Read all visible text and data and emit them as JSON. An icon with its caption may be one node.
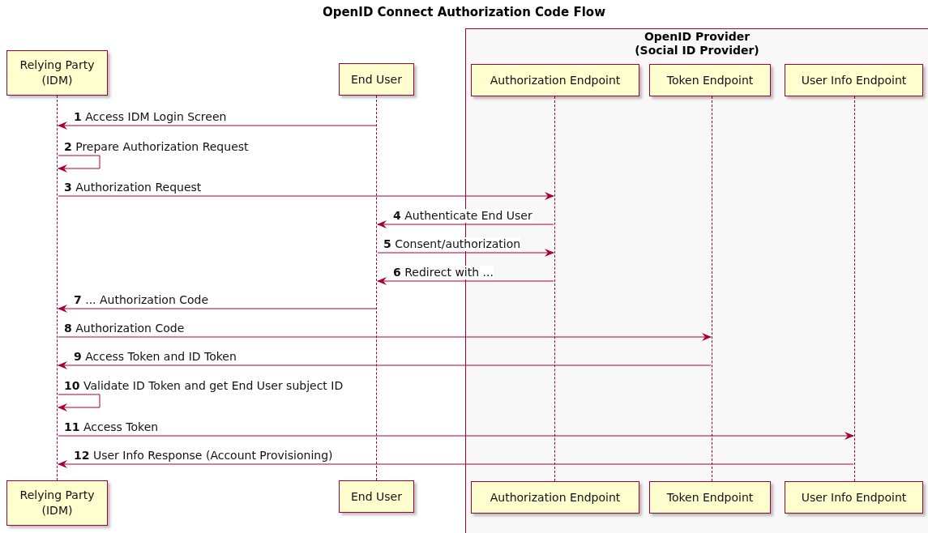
{
  "diagram": {
    "title": "OpenID Connect Authorization Code Flow",
    "nodes": [
      {
        "text": [
          "Relying Party (IDM)"
        ]
      },
      {
        "text": [
          "End User"
        ]
      },
      {
        "text": [
          "OpenID Provider (Social ID Provider)"
        ]
      },
      {
        "text": [
          "Authorization Endpoint"
        ],
        "in": 2
      },
      {
        "text": [
          "Token Endpoint"
        ],
        "in": 2
      },
      {
        "text": [
          "User Info Endpoint"
        ],
        "in": 2
      },
      {
        "text": [],
        "shape": "bar"
      },
      {
        "text": [],
        "shape": "bar"
      },
      {
        "text": [],
        "shape": "bar",
        "in": 2
      },
      {
        "text": [],
        "shape": "bar",
        "in": 2
      },
      {
        "text": [],
        "shape": "bar",
        "in": 2
      },
      {
        "text": [
          "Relying Party (IDM)"
        ]
      },
      {
        "text": [
          "End User"
        ]
      },
      {
        "text": [
          "Authorization Endpoint"
        ],
        "in": 2
      },
      {
        "text": [
          "Token Endpoint"
        ],
        "in": 2
      },
      {
        "text": [
          "User Info Endpoint"
        ],
        "in": 2
      }
    ],
    "edges": [
      {
        "from": 7,
        "to": 6,
        "arrow": "to",
        "label": "**1** Access IDM Login Screen"
      },
      {
        "from": 6,
        "to": 6,
        "arrow": "to",
        "label": "**2** Prepare Authorization Request"
      },
      {
        "from": 6,
        "to": 8,
        "arrow": "to",
        "label": "**3** Authorization Request"
      },
      {
        "from": 8,
        "to": 7,
        "arrow": "to",
        "label": "**4** Authenticate End User"
      },
      {
        "from": 7,
        "to": 8,
        "arrow": "to",
        "label": "**5** Consent/authorization"
      },
      {
        "from": 8,
        "to": 7,
        "arrow": "to",
        "label": "**6** Redirect with ..."
      },
      {
        "from": 7,
        "to": 6,
        "arrow": "to",
        "label": "**7** ... Authorization Code"
      },
      {
        "from": 6,
        "to": 9,
        "arrow": "to",
        "label": "**8** Authorization Code"
      },
      {
        "from": 9,
        "to": 6,
        "arrow": "to",
        "label": "**9** Access Token and ID Token"
      },
      {
        "from": 6,
        "to": 6,
        "arrow": "to",
        "label": "**10** Validate ID Token and get End User subject ID"
      },
      {
        "from": 6,
        "to": 10,
        "arrow": "to",
        "label": "**11** Access Token"
      },
      {
        "from": 10,
        "to": 6,
        "arrow": "to",
        "label": "**12** User Info Response (Account Provisioning)"
      }
    ]
  }
}
